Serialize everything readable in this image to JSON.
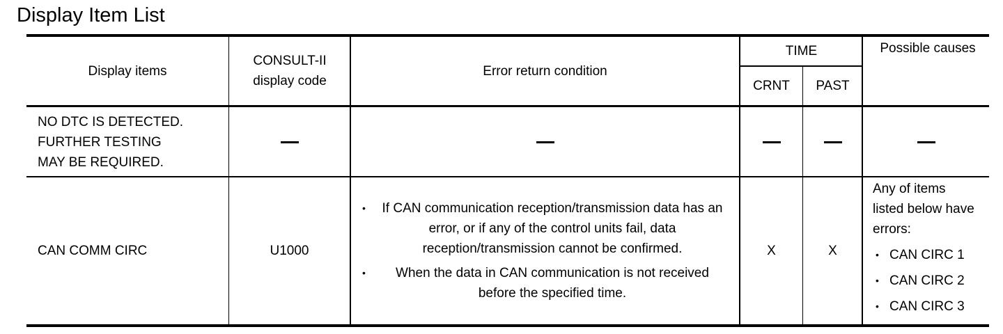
{
  "title": "Display Item List",
  "headers": {
    "display_items": "Display items",
    "display_code": "CONSULT-II display code",
    "error_condition": "Error return condition",
    "time": "TIME",
    "crnt": "CRNT",
    "past": "PAST",
    "possible_causes": "Possible causes"
  },
  "rows": [
    {
      "display_item": [
        "NO DTC IS DETECTED.",
        "FURTHER TESTING",
        "MAY BE REQUIRED."
      ],
      "display_code": "—",
      "error_condition": "—",
      "crnt": "—",
      "past": "—",
      "possible_causes": "—"
    },
    {
      "display_item": "CAN COMM CIRC",
      "display_code": "U1000",
      "error_condition": [
        "If CAN communication reception/transmission data has an error, or if any of the control units fail, data reception/transmission cannot be confirmed.",
        "When the data in CAN communication is not received before the specified time."
      ],
      "crnt": "X",
      "past": "X",
      "possible_causes_intro": "Any of items listed below have errors:",
      "possible_causes": [
        "CAN CIRC 1",
        "CAN CIRC 2",
        "CAN CIRC 3"
      ]
    }
  ],
  "bullet": "•"
}
